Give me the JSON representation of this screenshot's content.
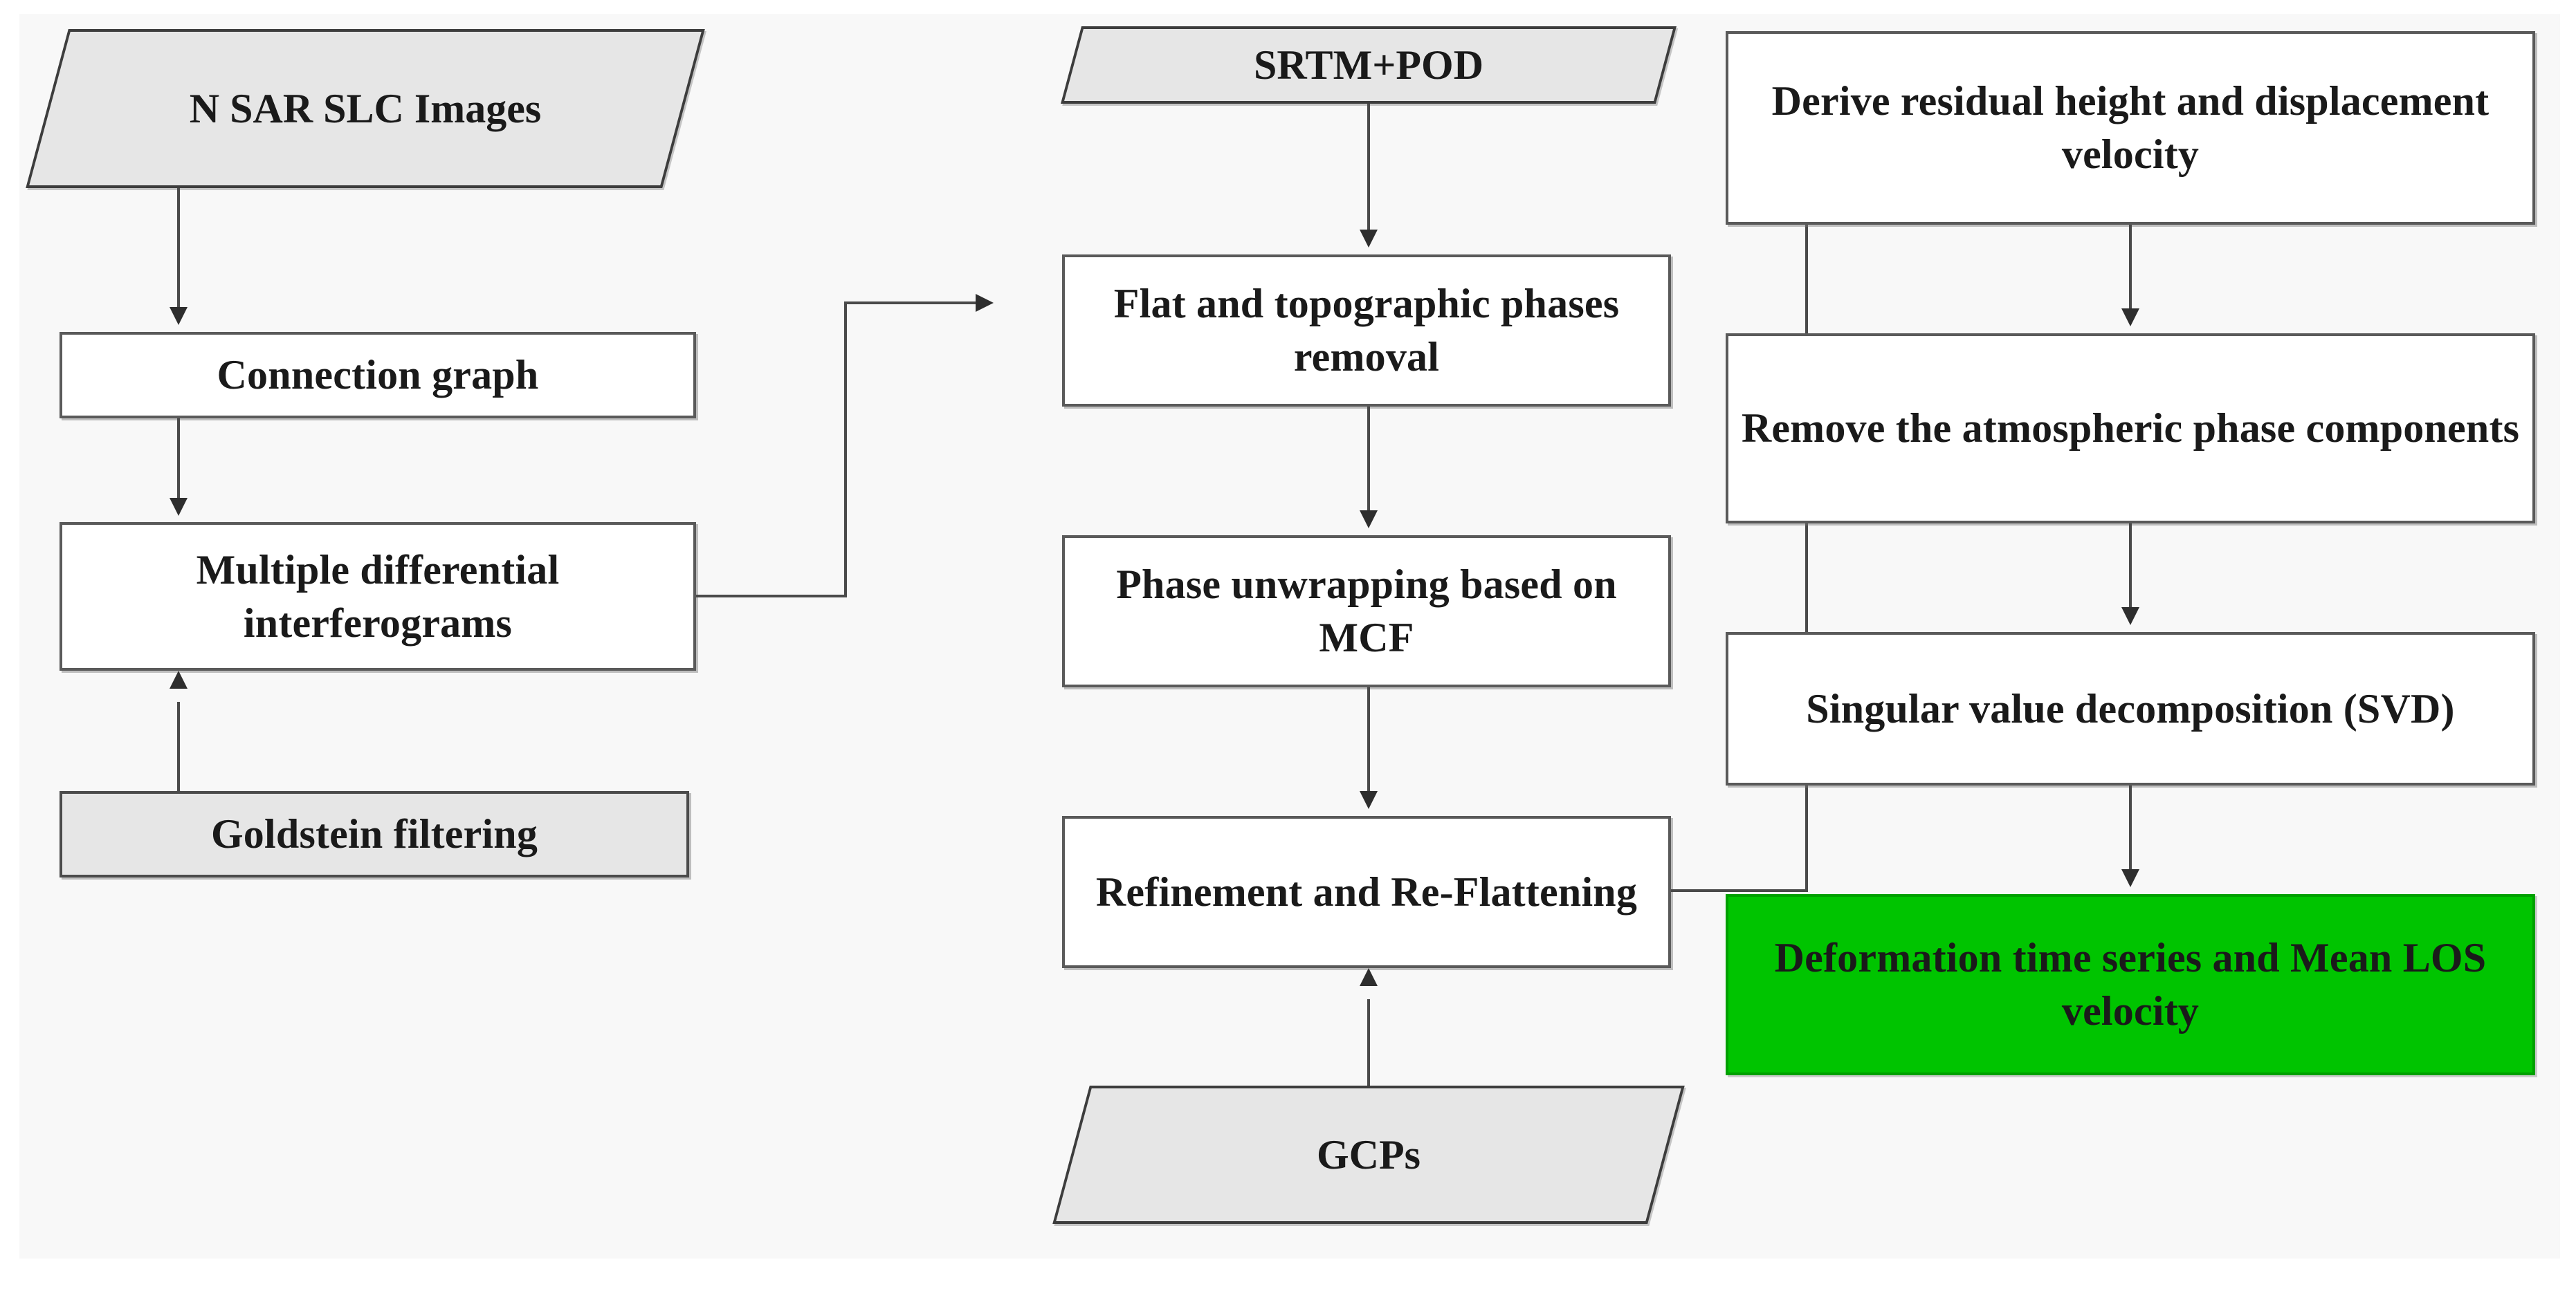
{
  "diagram": {
    "title": "SBAS-InSAR processing chain flowchart",
    "background_color": "#f8f8f8",
    "page_color": "#ffffff",
    "accent_color": "#00c400",
    "node_fill_process": "#ffffff",
    "node_fill_io": "#e6e6e6",
    "node_border_color": "#5a5a5a",
    "connector_color": "#4a4a4a",
    "text_color": "#1a1a1a"
  },
  "columns": {
    "left": {
      "nodes": [
        {
          "id": "n-sar-slc-images",
          "label": "N SAR SLC Images",
          "shape": "parallelogram",
          "fill": "#e6e6e6"
        },
        {
          "id": "connection-graph",
          "label": "Connection graph",
          "shape": "rectangle",
          "fill": "#ffffff"
        },
        {
          "id": "multiple-differential-interferograms",
          "label": "Multiple differential interferograms",
          "shape": "rectangle",
          "fill": "#ffffff"
        },
        {
          "id": "goldstein-filtering",
          "label": "Goldstein filtering",
          "shape": "rectangle",
          "fill": "#e6e6e6"
        }
      ]
    },
    "middle": {
      "nodes": [
        {
          "id": "srtm-pod",
          "label": "SRTM+POD",
          "shape": "parallelogram",
          "fill": "#e6e6e6"
        },
        {
          "id": "flat-and-topographic-phases-removal",
          "label": "Flat and topographic phases removal",
          "shape": "rectangle",
          "fill": "#ffffff"
        },
        {
          "id": "phase-unwrapping-based-on-mcf",
          "label": "Phase unwrapping based on MCF",
          "shape": "rectangle",
          "fill": "#ffffff"
        },
        {
          "id": "refinement-and-re-flattening",
          "label": "Refinement and Re-Flattening",
          "shape": "rectangle",
          "fill": "#ffffff"
        },
        {
          "id": "gcps",
          "label": "GCPs",
          "shape": "parallelogram",
          "fill": "#e6e6e6"
        }
      ]
    },
    "right": {
      "nodes": [
        {
          "id": "derive-residual-height-and-displacement-velocity",
          "label": "Derive residual height and displacement velocity",
          "shape": "rectangle",
          "fill": "#ffffff"
        },
        {
          "id": "remove-the-atmospheric-phase-components",
          "label": "Remove the atmospheric phase components",
          "shape": "rectangle",
          "fill": "#ffffff"
        },
        {
          "id": "singular-value-decomposition-svd",
          "label": "Singular value decomposition (SVD)",
          "shape": "rectangle",
          "fill": "#ffffff"
        },
        {
          "id": "deformation-time-series-and-mean-los-velocity",
          "label": "Deformation time series and Mean LOS velocity",
          "shape": "rectangle",
          "fill": "#00c400"
        }
      ]
    }
  },
  "edges": [
    {
      "from": "n-sar-slc-images",
      "to": "connection-graph",
      "style": "straight-down",
      "arrow": "down"
    },
    {
      "from": "connection-graph",
      "to": "multiple-differential-interferograms",
      "style": "straight-down",
      "arrow": "down"
    },
    {
      "from": "goldstein-filtering",
      "to": "multiple-differential-interferograms",
      "style": "straight-up",
      "arrow": "up"
    },
    {
      "from": "multiple-differential-interferograms",
      "to": "flat-and-topographic-phases-removal",
      "style": "elbow-right-up-right",
      "arrow": "right"
    },
    {
      "from": "srtm-pod",
      "to": "flat-and-topographic-phases-removal",
      "style": "straight-down",
      "arrow": "down"
    },
    {
      "from": "flat-and-topographic-phases-removal",
      "to": "phase-unwrapping-based-on-mcf",
      "style": "straight-down",
      "arrow": "down"
    },
    {
      "from": "phase-unwrapping-based-on-mcf",
      "to": "refinement-and-re-flattening",
      "style": "straight-down",
      "arrow": "down"
    },
    {
      "from": "gcps",
      "to": "refinement-and-re-flattening",
      "style": "straight-up",
      "arrow": "up"
    },
    {
      "from": "refinement-and-re-flattening",
      "to": "derive-residual-height-and-displacement-velocity",
      "style": "elbow-right-up-right",
      "arrow": "right"
    },
    {
      "from": "derive-residual-height-and-displacement-velocity",
      "to": "remove-the-atmospheric-phase-components",
      "style": "straight-down",
      "arrow": "down"
    },
    {
      "from": "remove-the-atmospheric-phase-components",
      "to": "singular-value-decomposition-svd",
      "style": "straight-down",
      "arrow": "down"
    },
    {
      "from": "singular-value-decomposition-svd",
      "to": "deformation-time-series-and-mean-los-velocity",
      "style": "straight-down",
      "arrow": "down"
    }
  ]
}
